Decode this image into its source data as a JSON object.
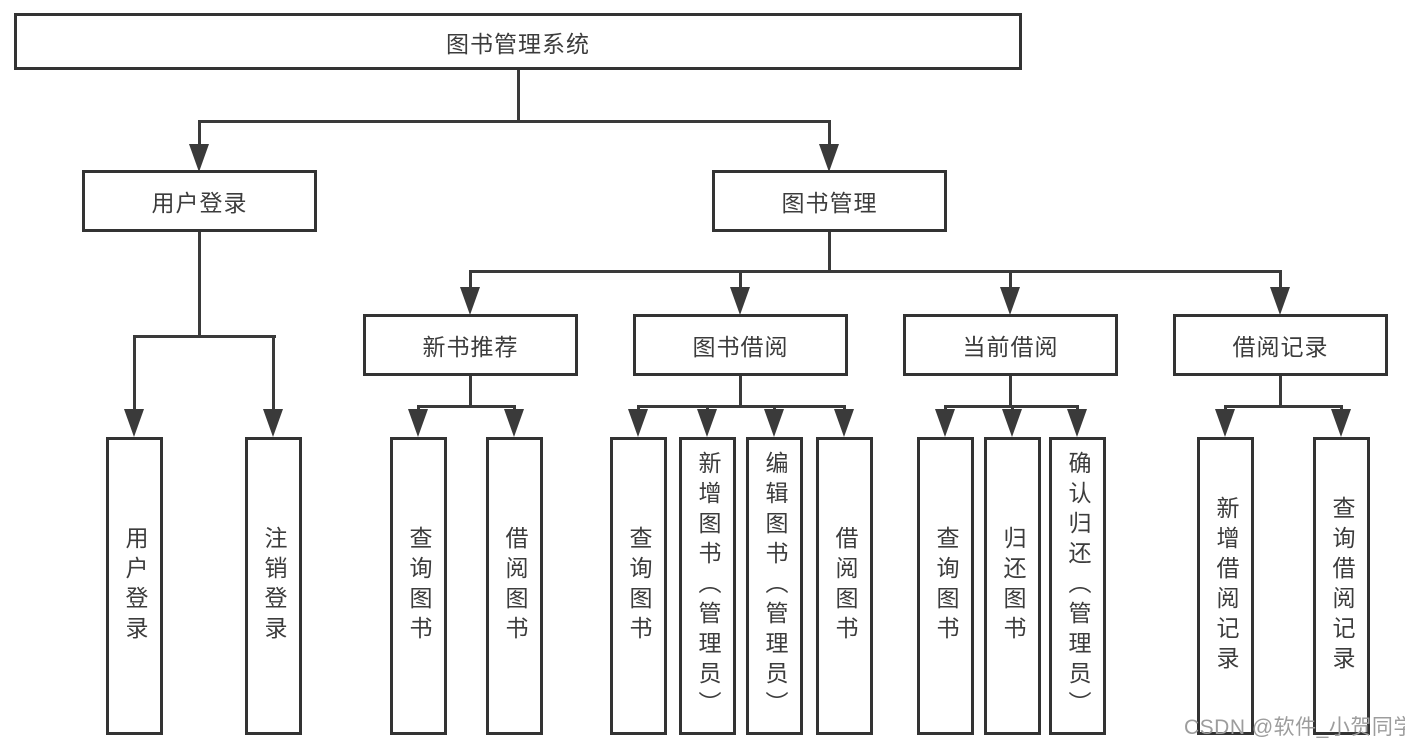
{
  "diagram": {
    "root": {
      "label": "图书管理系统"
    },
    "level2": [
      {
        "id": "user-login",
        "label": "用户登录"
      },
      {
        "id": "book-management",
        "label": "图书管理"
      }
    ],
    "level3": [
      {
        "id": "new-book-recommend",
        "label": "新书推荐",
        "parent": "图书管理"
      },
      {
        "id": "book-borrowing",
        "label": "图书借阅",
        "parent": "图书管理"
      },
      {
        "id": "current-borrowing",
        "label": "当前借阅",
        "parent": "图书管理"
      },
      {
        "id": "borrowing-records",
        "label": "借阅记录",
        "parent": "图书管理"
      }
    ],
    "leaves": [
      {
        "label": "用户登录",
        "parent": "用户登录"
      },
      {
        "label": "注销登录",
        "parent": "用户登录"
      },
      {
        "label": "查询图书",
        "parent": "新书推荐"
      },
      {
        "label": "借阅图书",
        "parent": "新书推荐"
      },
      {
        "label": "查询图书",
        "parent": "图书借阅"
      },
      {
        "label": "新增图书（管理员）",
        "parent": "图书借阅"
      },
      {
        "label": "编辑图书（管理员）",
        "parent": "图书借阅"
      },
      {
        "label": "借阅图书",
        "parent": "图书借阅"
      },
      {
        "label": "查询图书",
        "parent": "当前借阅"
      },
      {
        "label": "归还图书",
        "parent": "当前借阅"
      },
      {
        "label": "确认归还（管理员）",
        "parent": "当前借阅"
      },
      {
        "label": "新增借阅记录",
        "parent": "借阅记录"
      },
      {
        "label": "查询借阅记录",
        "parent": "借阅记录"
      }
    ]
  },
  "watermark": {
    "text": "CSDN @软件_小贺同学"
  },
  "colors": {
    "background": "#ffffff",
    "box_border": "#333333",
    "line": "#3a3a3a",
    "text": "#3c3c3c",
    "watermark": "#9d9d9d"
  }
}
